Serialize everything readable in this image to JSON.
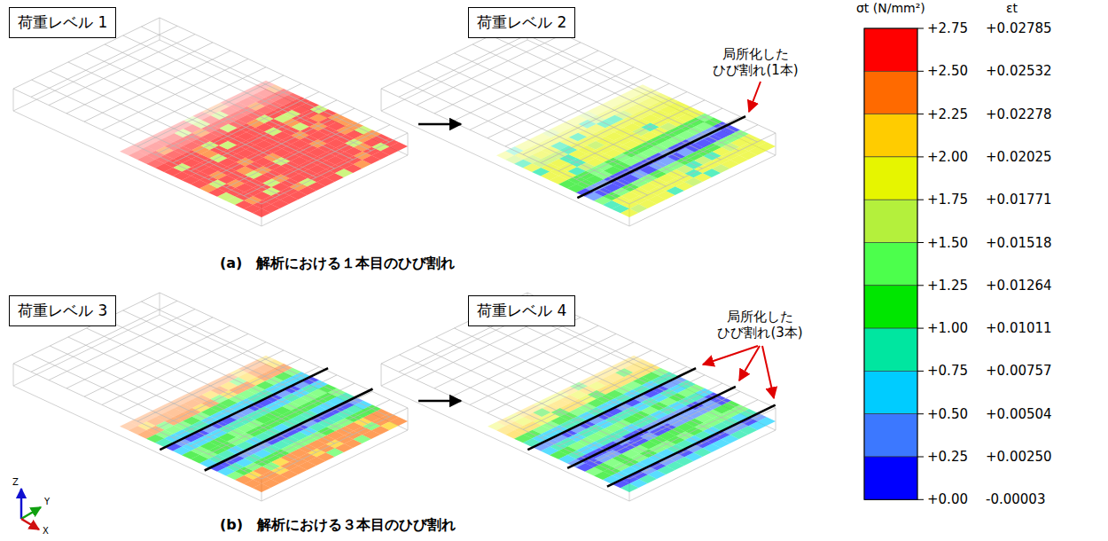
{
  "diagram": {
    "nodes": [
      {
        "text": [
          "荷重レベル 1"
        ]
      },
      {
        "text": [
          "荷重レベル 2"
        ]
      },
      {
        "text": [
          "荷重レベル 3"
        ]
      },
      {
        "text": [
          "荷重レベル 4"
        ]
      }
    ],
    "labels": [
      "局所化した ひび割れ(1本)",
      "(a)　解析における１本目のひび割れ",
      "局所化した ひび割れ(3本)",
      "(b)　解析における３本目のひび割れ",
      "σt (N/mm²)",
      "εt",
      "+2.75",
      "+2.50",
      "+2.25",
      "+2.00",
      "+1.75",
      "+1.50",
      "+1.25",
      "+1.00",
      "+0.75",
      "+0.50",
      "+0.25",
      "+0.00",
      "+0.02785",
      "+0.02532",
      "+0.02278",
      "+0.02025",
      "+0.01771",
      "+0.01518",
      "+0.01264",
      "+0.01011",
      "+0.00757",
      "+0.00504",
      "+0.00250",
      "-0.00003",
      "Z",
      "Y",
      "X"
    ]
  }
}
